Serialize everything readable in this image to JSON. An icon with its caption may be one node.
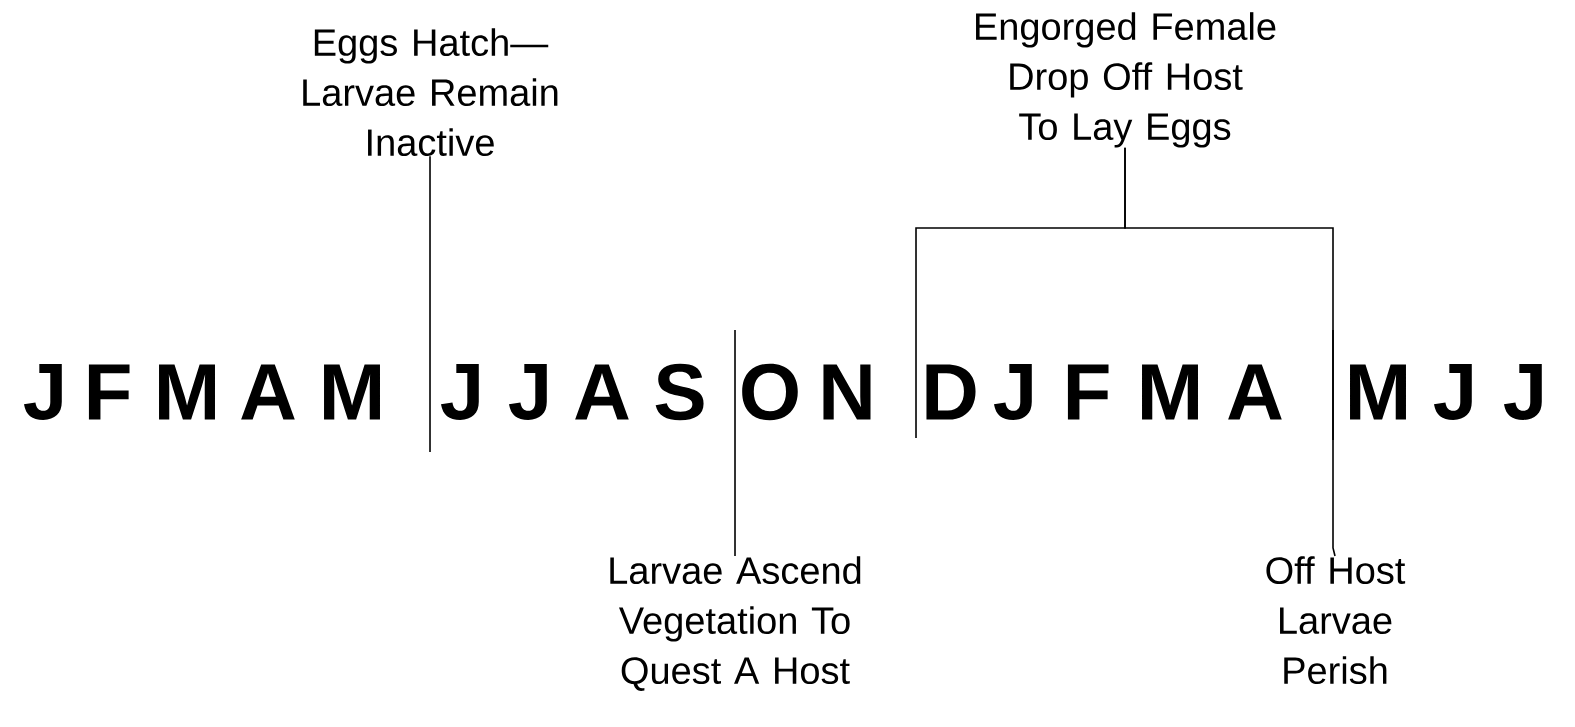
{
  "diagram": {
    "nodes": [
      {
        "text": [
          "Eggs Hatch— Larvae Remain Inactive"
        ]
      },
      {
        "text": [
          "Engorged Female Drop Off Host To Lay Eggs"
        ]
      },
      {
        "text": [
          "Larvae Ascend Vegetation To Quest A Host"
        ]
      },
      {
        "text": [
          "Off Host Larvae Perish"
        ]
      }
    ],
    "edges": [
      {
        "from": 0,
        "to": null,
        "arrow": "none"
      },
      {
        "from": 1,
        "to": null,
        "arrow": "none"
      },
      {
        "from": 1,
        "to": null,
        "arrow": "none"
      },
      {
        "from": 2,
        "to": null,
        "arrow": "none"
      },
      {
        "from": 3,
        "to": null,
        "arrow": "none"
      }
    ],
    "labels": [
      "J",
      "F",
      "M",
      "A",
      "M",
      "J",
      "J",
      "A",
      "S",
      "O",
      "N",
      "D",
      "J",
      "F",
      "M",
      "A",
      "M",
      "J",
      "J"
    ]
  }
}
